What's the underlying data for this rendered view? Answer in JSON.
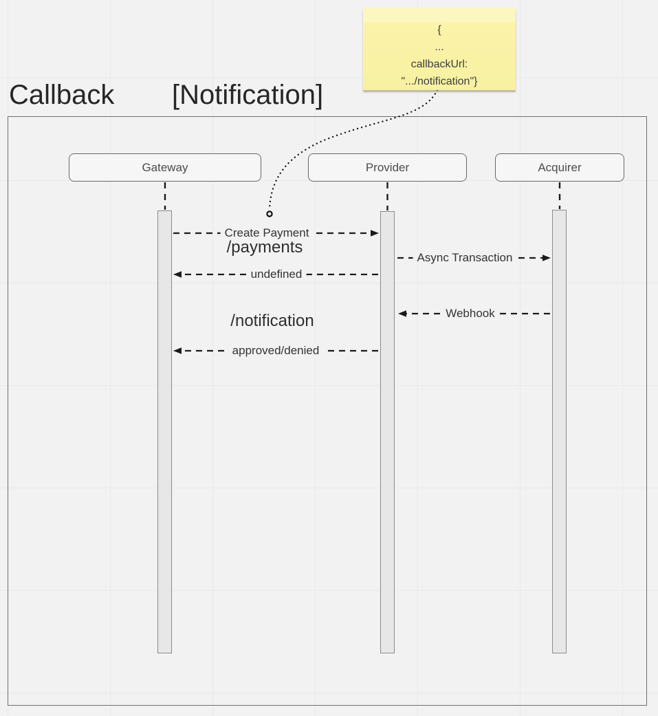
{
  "title": {
    "name": "Callback",
    "bracket_label": "[Notification]"
  },
  "note": {
    "lines": [
      "{",
      "...",
      "callbackUrl:",
      "\".../notification\"}"
    ]
  },
  "actors": [
    {
      "label": "Gateway"
    },
    {
      "label": "Provider"
    },
    {
      "label": "Acquirer"
    }
  ],
  "messages": [
    {
      "label": "Create Payment",
      "from": "Gateway",
      "to": "Provider"
    },
    {
      "label": "Async Transaction",
      "from": "Provider",
      "to": "Acquirer"
    },
    {
      "label": "undefined",
      "from": "Provider",
      "to": "Gateway"
    },
    {
      "label": "Webhook",
      "from": "Acquirer",
      "to": "Provider"
    },
    {
      "label": "approved/denied",
      "from": "Provider",
      "to": "Gateway"
    }
  ],
  "annotations": [
    {
      "text": "/payments"
    },
    {
      "text": "/notification"
    }
  ],
  "colors": {
    "background": "#f2f2f3",
    "grid_line": "#e9e9ec",
    "frame_border": "#6e6e6e",
    "note_fill": "#f8f1a2",
    "actor_fill": "#f6f6f7",
    "activation_fill": "#e7e7e7",
    "line": "#1b1b1b",
    "text": "#333333"
  }
}
